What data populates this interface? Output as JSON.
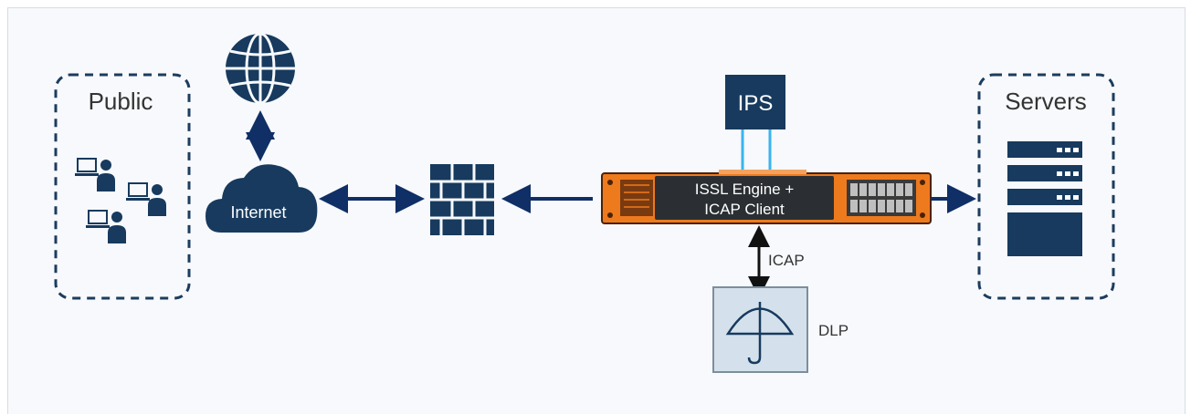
{
  "labels": {
    "public": "Public",
    "servers": "Servers",
    "internet": "Internet",
    "ips": "IPS",
    "engine_line1": "ISSL Engine +",
    "engine_line2": "ICAP Client",
    "icap": "ICAP",
    "dlp": "DLP"
  },
  "colors": {
    "navy": "#173a5e",
    "arrow": "#0f2f66",
    "orange": "#ee7a1e",
    "ips_link": "#3ab4ef",
    "dlp_fill": "#d4e1ec",
    "dlp_stroke": "#7d8e9c"
  },
  "icons": [
    "globe-icon",
    "cloud-icon",
    "firewall-icon",
    "user-laptop-icon",
    "server-rack-icon",
    "umbrella-icon",
    "network-appliance"
  ]
}
